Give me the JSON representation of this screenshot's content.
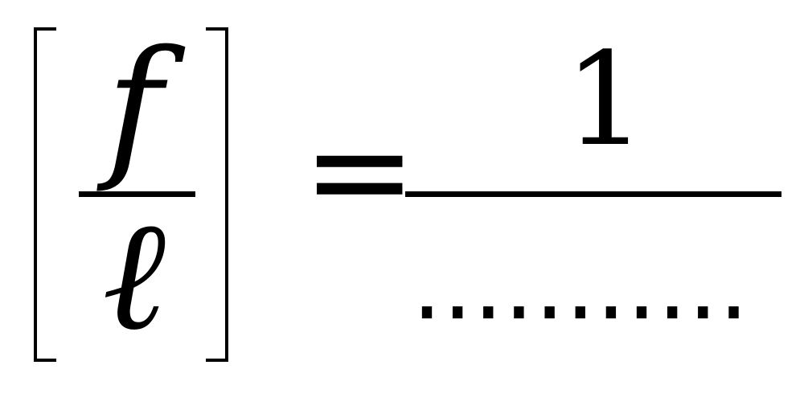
{
  "equation": {
    "lhs": {
      "numerator": "f",
      "denominator": "ℓ"
    },
    "operator": "=",
    "rhs": {
      "numerator": "1",
      "denominator": "..........."
    }
  }
}
